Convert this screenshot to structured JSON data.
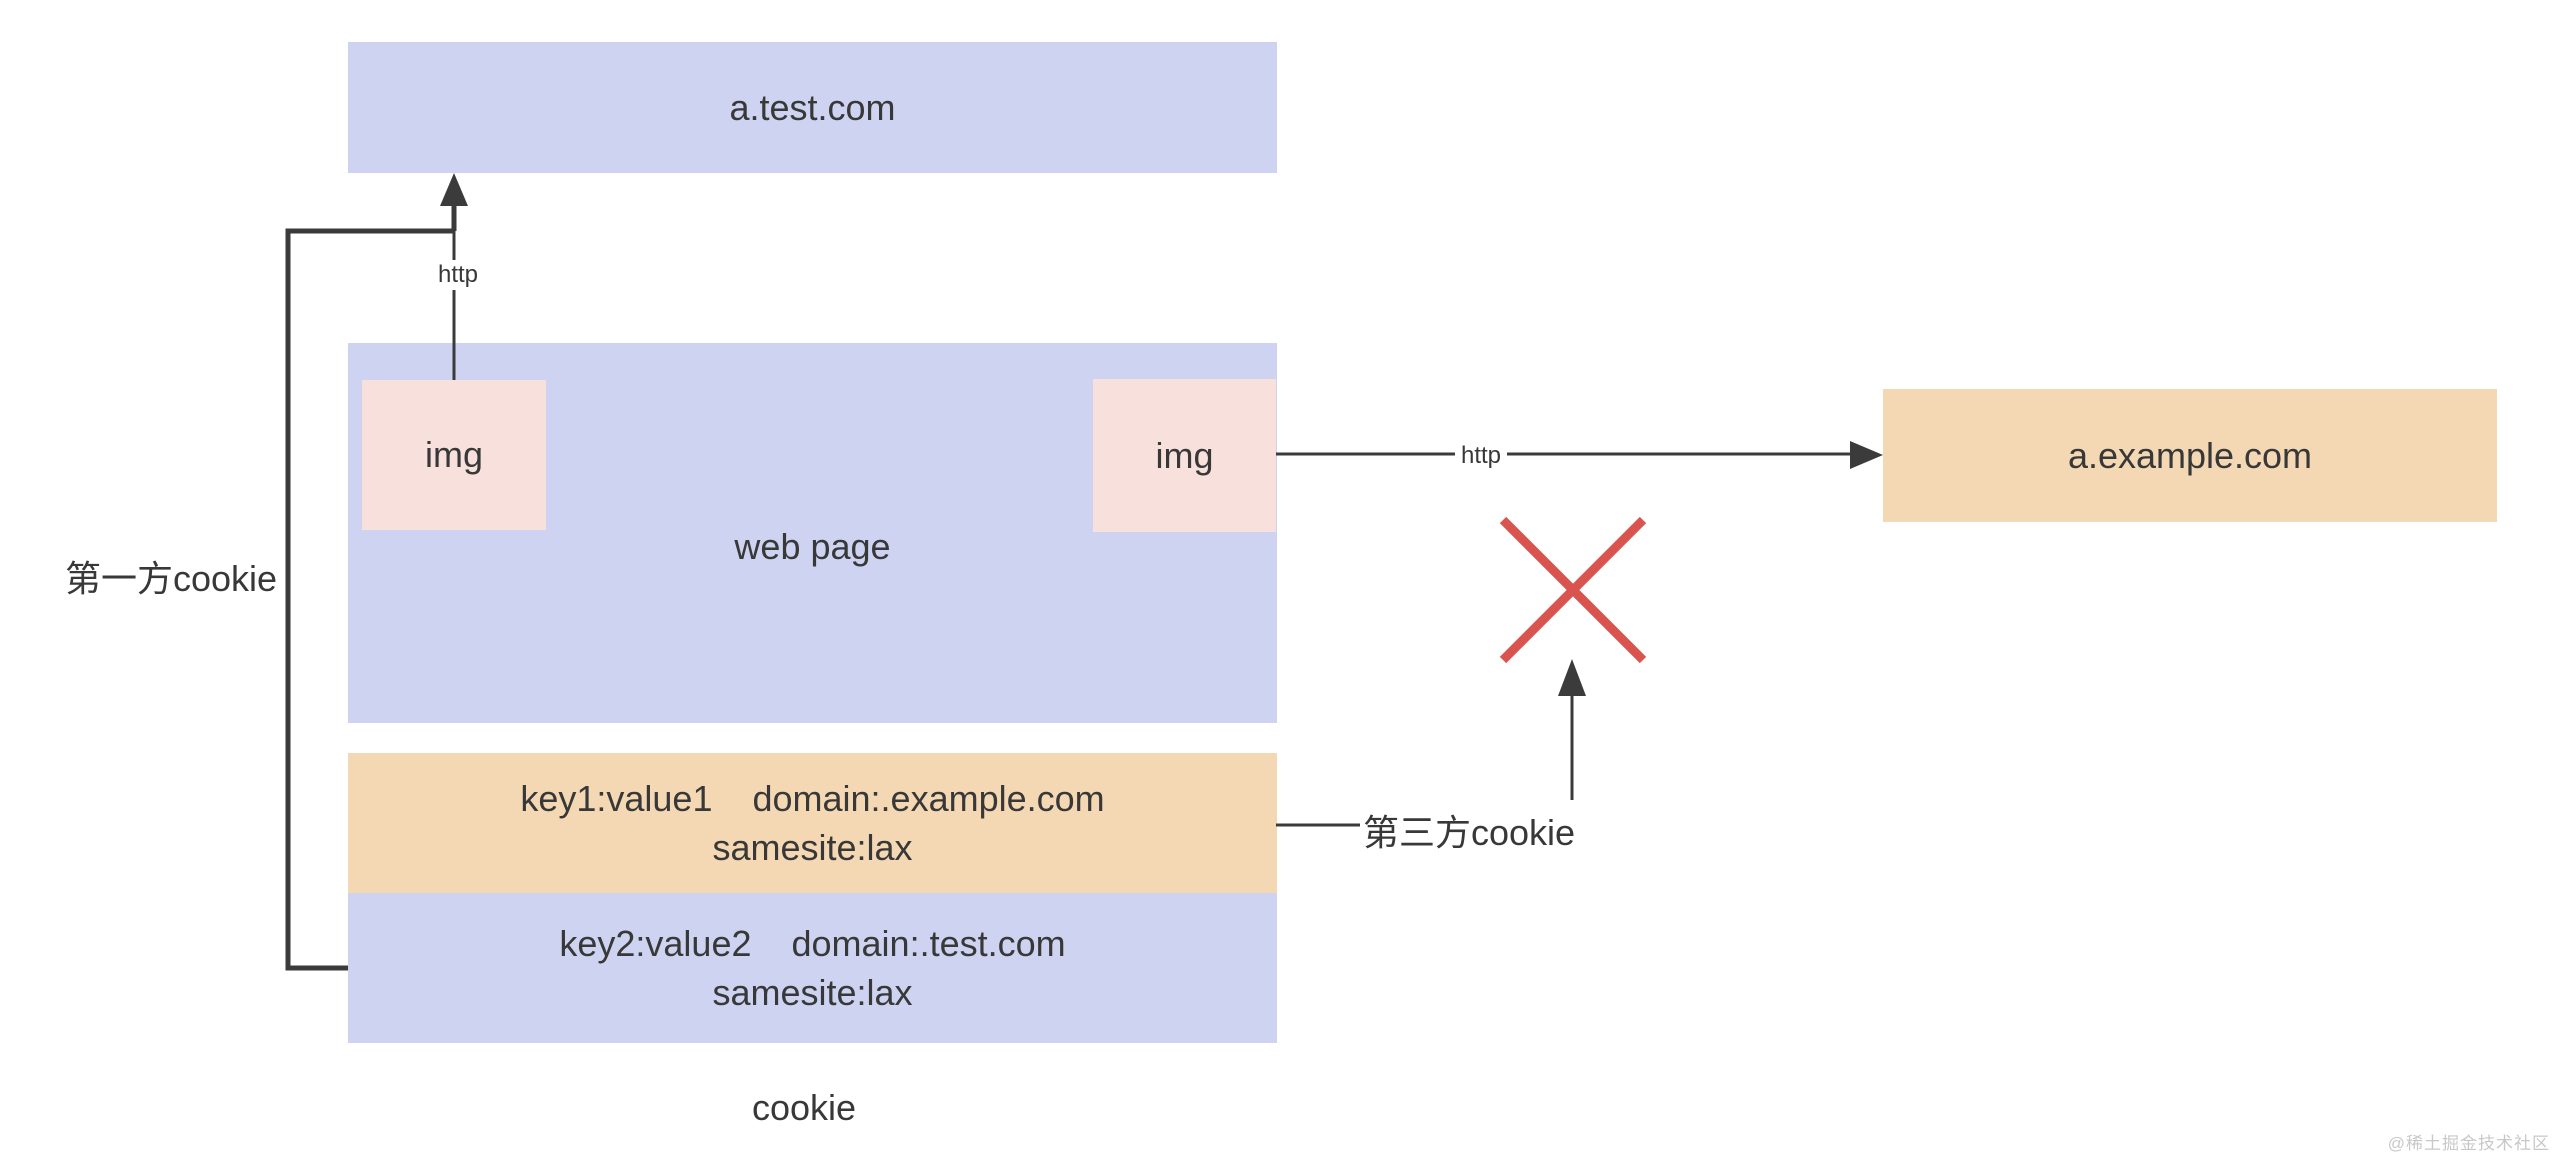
{
  "colors": {
    "lavender": "#cdd3f0",
    "pink": "#f8e0dc",
    "orange": "#f4d8b4",
    "line": "#3b3b3b",
    "text": "#383838",
    "red_x": "#d9534f",
    "watermark": "#c8c8c8",
    "background": "#ffffff"
  },
  "nodes": {
    "a_test_com": {
      "label": "a.test.com"
    },
    "web_page": {
      "label": "web page"
    },
    "img_left": {
      "label": "img"
    },
    "img_right": {
      "label": "img"
    },
    "a_example_com": {
      "label": "a.example.com"
    },
    "cookie_key1": {
      "pair": "key1:value1",
      "domain": "domain:.example.com",
      "samesite": "samesite:lax"
    },
    "cookie_key2": {
      "pair": "key2:value2",
      "domain": "domain:.test.com",
      "samesite": "samesite:lax"
    }
  },
  "labels": {
    "first_party_cookie": "第一方cookie",
    "third_party_cookie": "第三方cookie",
    "cookie_store": "cookie",
    "http_top": "http",
    "http_right": "http",
    "watermark": "@稀土掘金技术社区"
  }
}
